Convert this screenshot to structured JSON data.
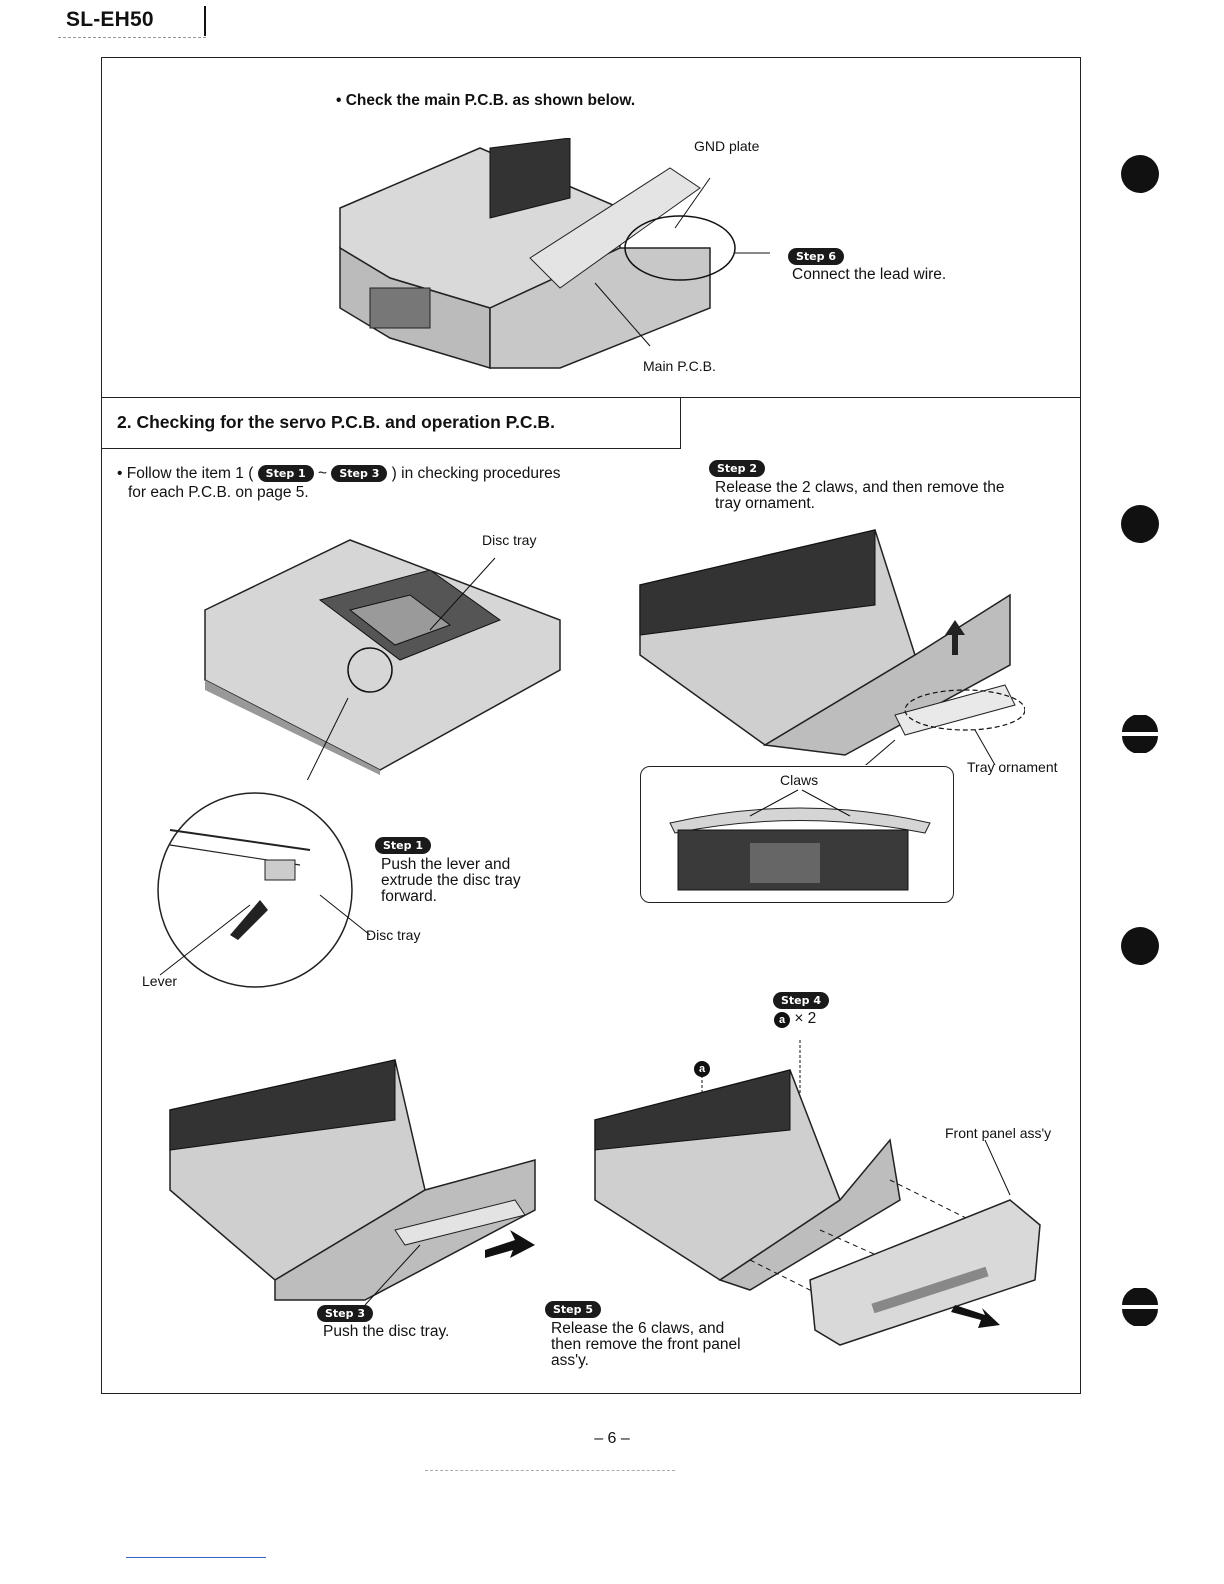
{
  "header": {
    "model": "SL-EH50"
  },
  "top_section": {
    "instruction": "• Check the main P.C.B. as shown below.",
    "gnd_plate_label": "GND plate",
    "step6": {
      "badge": "Step 6",
      "text": "Connect the lead wire."
    },
    "main_pcb_label": "Main P.C.B."
  },
  "section2": {
    "title": "2. Checking for the servo P.C.B. and operation P.C.B.",
    "follow": {
      "prefix": "• Follow the item 1 (",
      "badge_start": "Step 1",
      "tilde": "~",
      "badge_end": "Step 3",
      "suffix": ") in checking procedures",
      "line2": "for each P.C.B. on page 5."
    },
    "disc_tray_label": "Disc tray",
    "step1": {
      "badge": "Step 1",
      "line1": "Push the lever and",
      "line2": "extrude the disc tray",
      "line3": "forward."
    },
    "disc_tray_label2": "Disc tray",
    "lever_label": "Lever",
    "step2": {
      "badge": "Step 2",
      "line1": "Release the 2 claws, and then remove the",
      "line2": "tray ornament."
    },
    "tray_ornament_label": "Tray ornament",
    "claws_label": "Claws",
    "step3": {
      "badge": "Step 3",
      "text": "Push the disc tray."
    },
    "step4": {
      "badge": "Step 4",
      "screw_mark": "a",
      "count": "× 2"
    },
    "screw_marker": "a",
    "front_panel_label": "Front panel ass'y",
    "step5": {
      "badge": "Step 5",
      "line1": "Release the 6 claws, and",
      "line2": "then remove the front panel",
      "line3": "ass'y."
    }
  },
  "footer": {
    "page": "– 6 –"
  }
}
